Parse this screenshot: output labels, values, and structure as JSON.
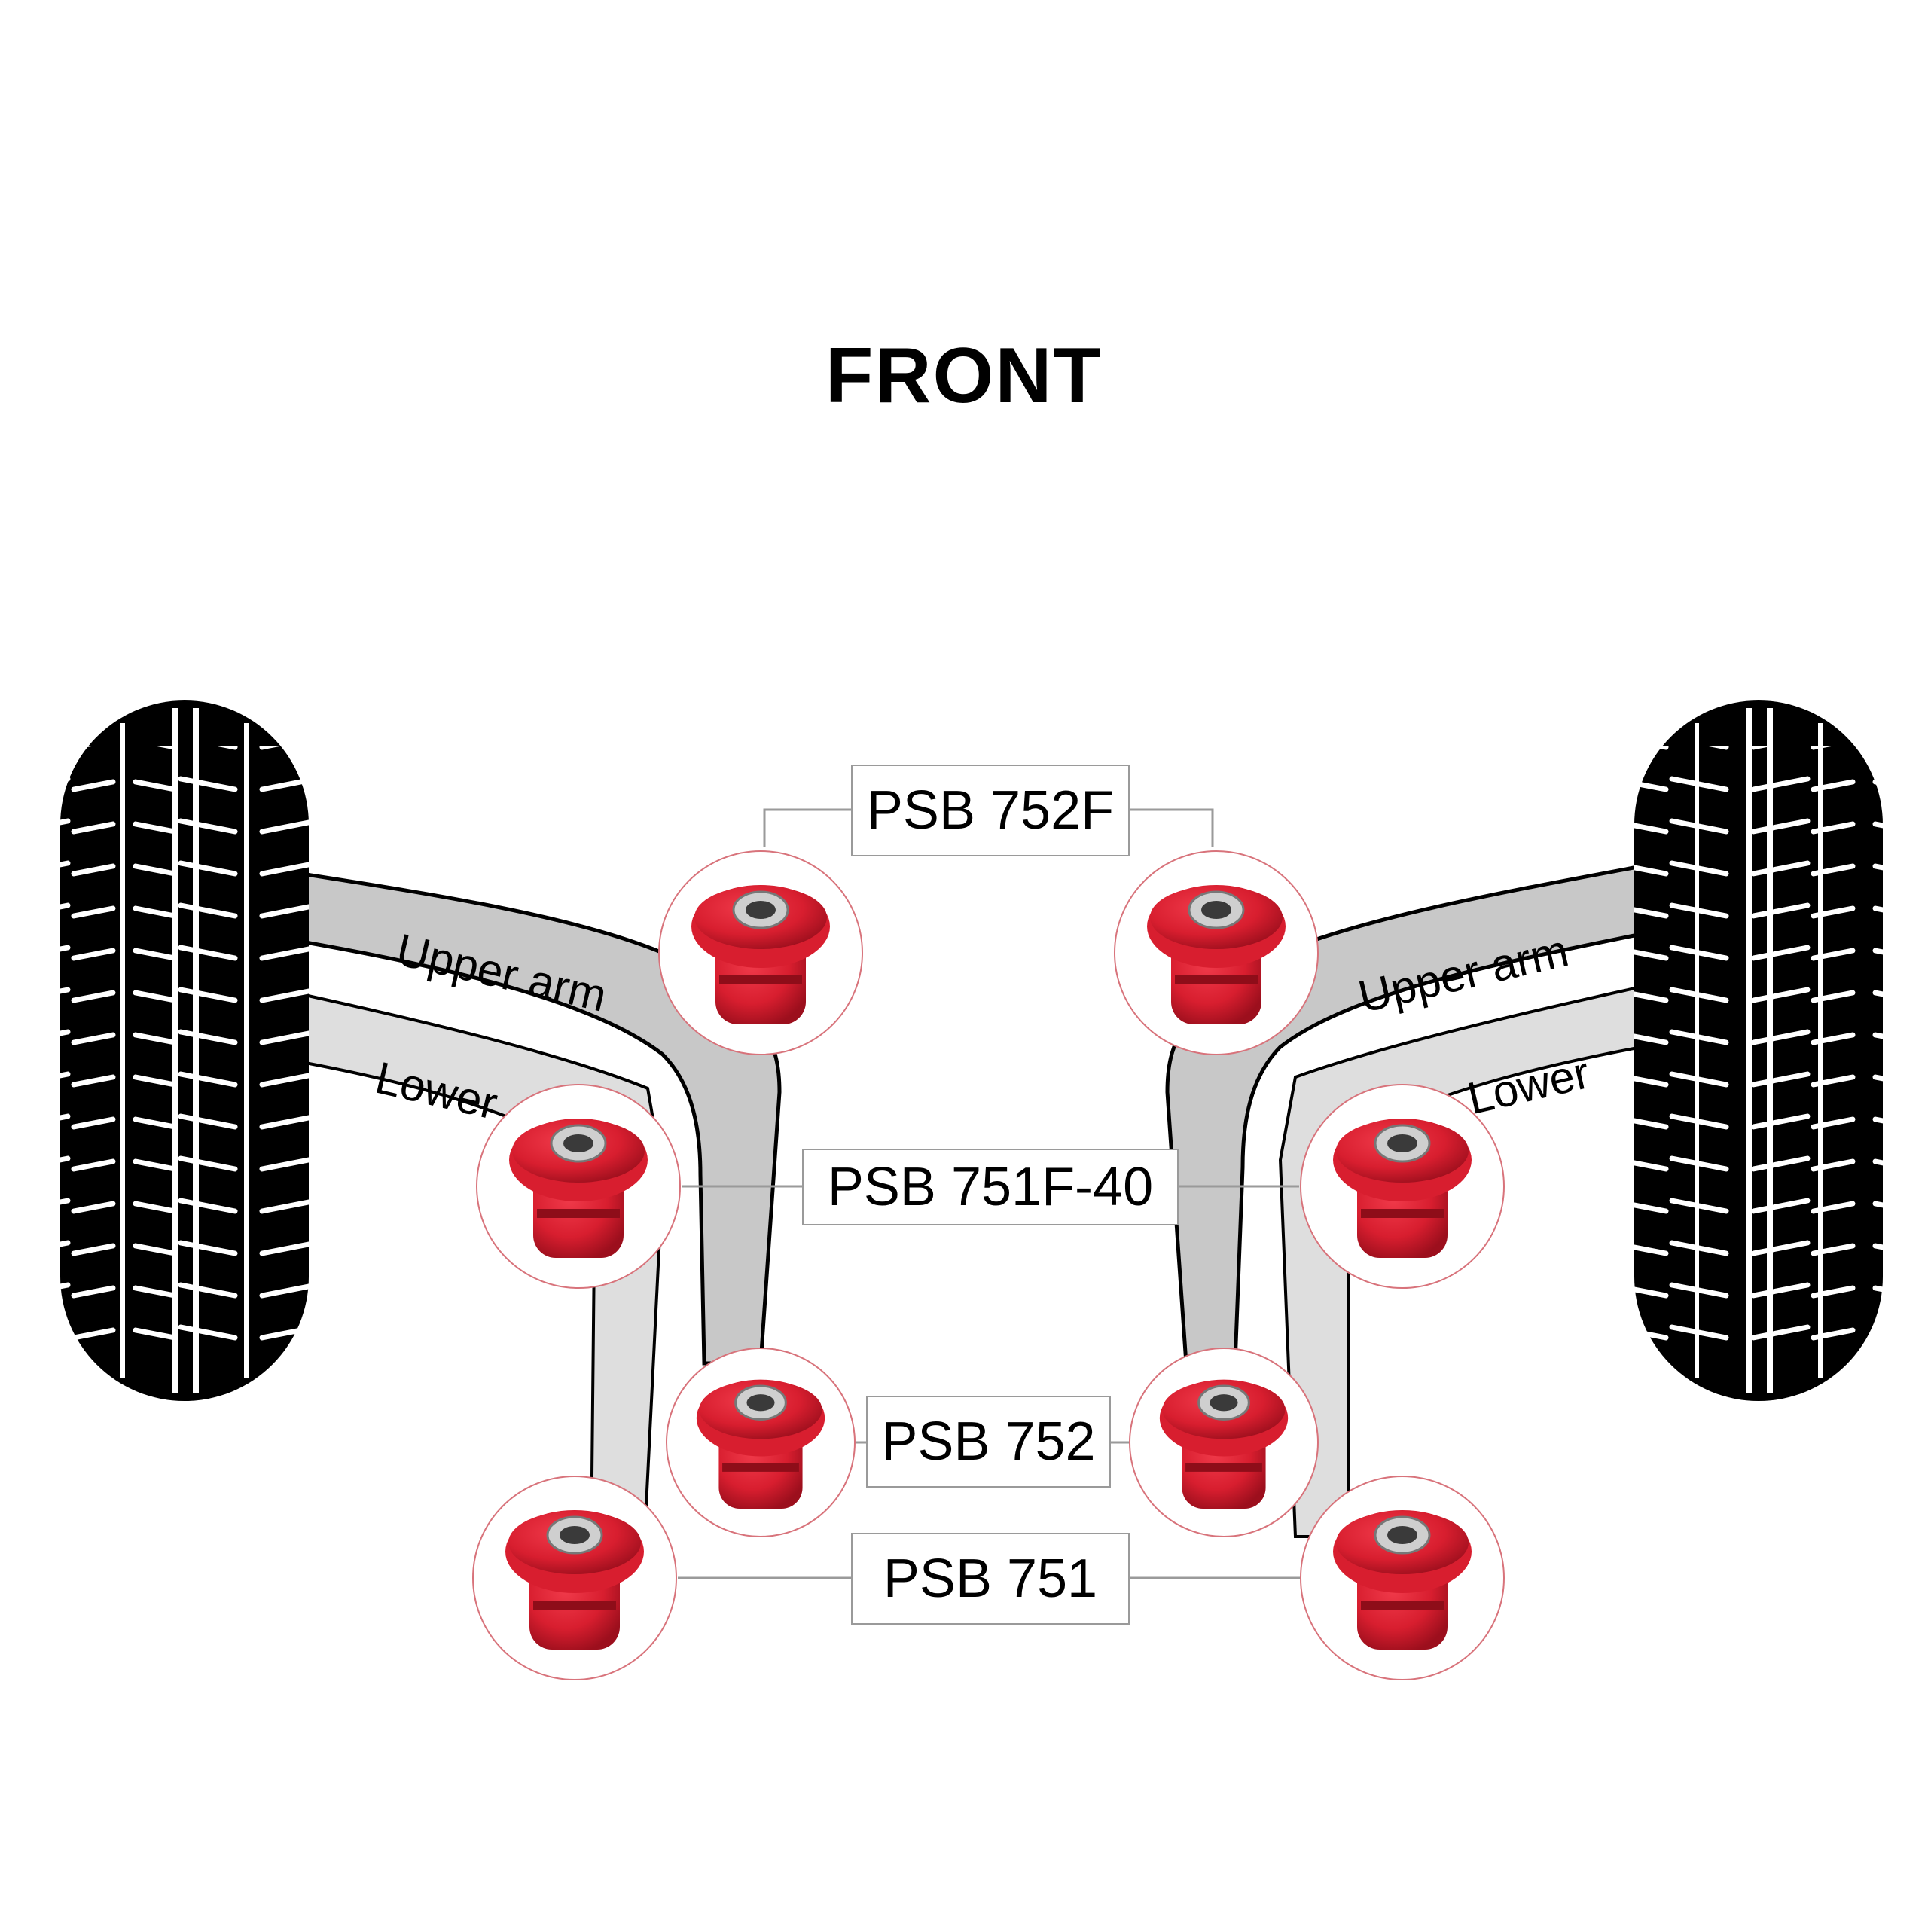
{
  "title": "FRONT",
  "parts": {
    "upper_front": "PSB 752F",
    "lower_front": "PSB 751F-40",
    "upper_rear": "PSB 752",
    "lower_rear": "PSB 751"
  },
  "arms": {
    "upper_left": "Upper arm",
    "lower_left": "Lower",
    "upper_right": "Upper arm",
    "lower_right": "Lower"
  },
  "colors": {
    "bushing_red": "#d81e2f",
    "upper_arm_fill": "#c8c8c8",
    "lower_arm_fill": "#dedede",
    "tire": "#000000"
  }
}
